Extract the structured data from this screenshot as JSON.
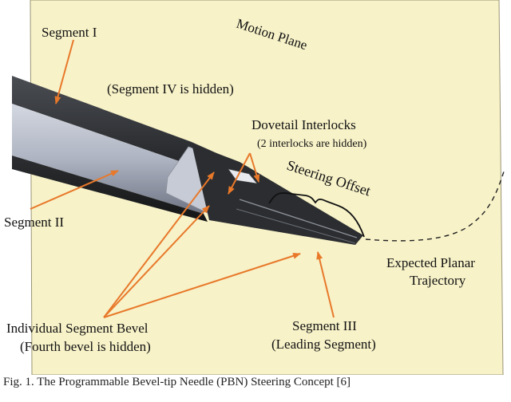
{
  "labels": {
    "segment_1": "Segment I",
    "segment_4_note": "(Segment IV is hidden)",
    "dovetail_title": "Dovetail Interlocks",
    "dovetail_note": "(2 interlocks are hidden)",
    "steering_offset": "Steering Offset",
    "motion_plane": "Motion Plane",
    "segment_2": "Segment II",
    "expected_line1": "Expected Planar",
    "expected_line2": "Trajectory",
    "bevel_line1": "Individual Segment Bevel",
    "bevel_line2": "(Fourth bevel is hidden)",
    "segment_3_line1": "Segment III",
    "segment_3_line2": "(Leading Segment)"
  },
  "caption": "Fig. 1. The Programmable Bevel-tip Needle (PBN) Steering Concept [6]",
  "colors": {
    "plane_fill": "#f7f2c8",
    "arrow": "#e8782a",
    "needle_dark": "#2f3134",
    "needle_light": "#c4c9d4"
  }
}
